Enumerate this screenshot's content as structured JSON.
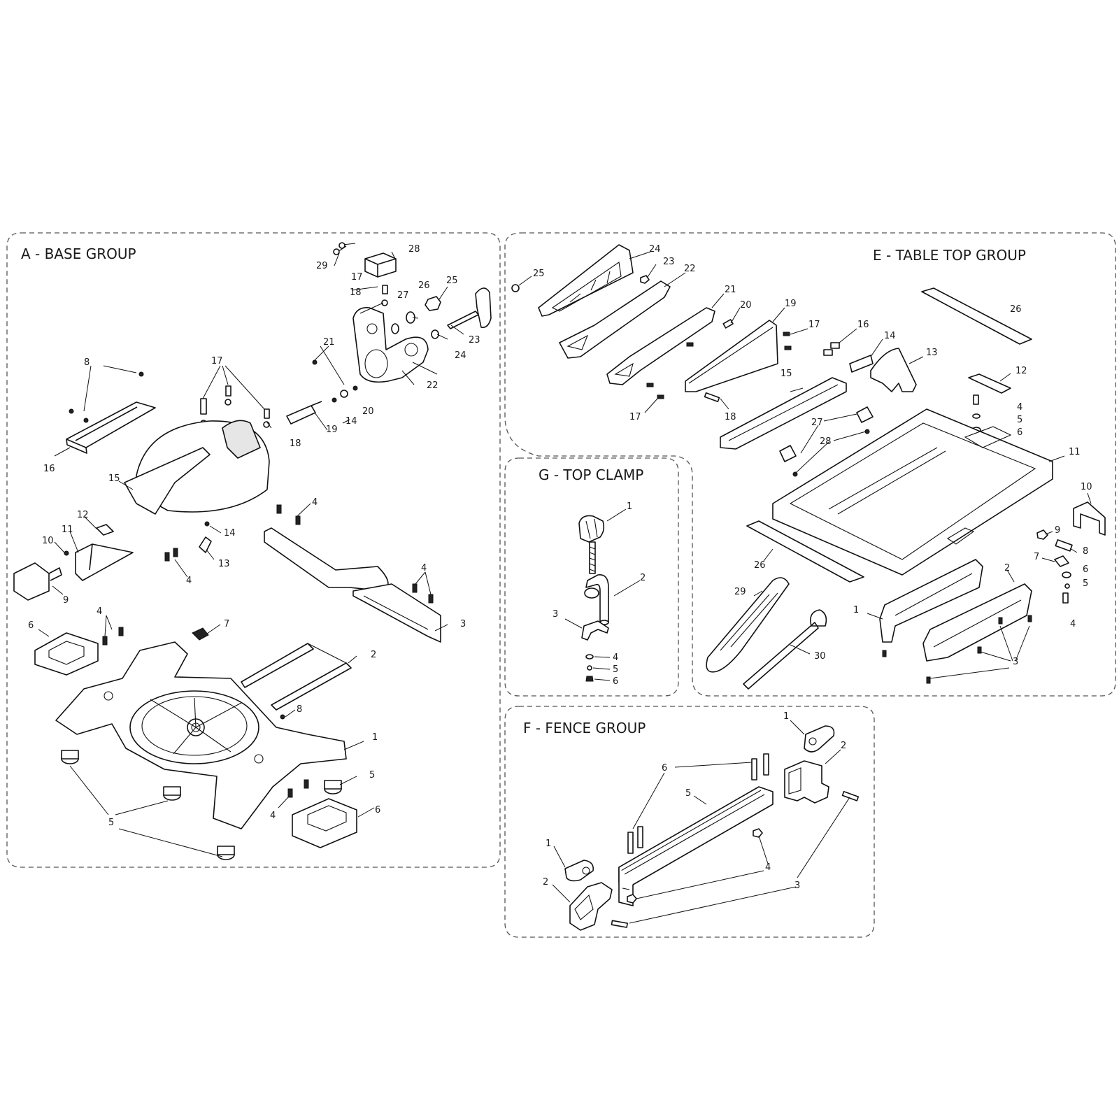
{
  "groups": {
    "base": {
      "title": "A - BASE GROUP",
      "callouts": [
        "29",
        "28",
        "17",
        "18",
        "27",
        "26",
        "25",
        "24",
        "23",
        "22",
        "21",
        "20",
        "14",
        "19",
        "8",
        "17",
        "18",
        "16",
        "15",
        "12",
        "11",
        "10",
        "9",
        "14",
        "13",
        "4",
        "4",
        "4",
        "3",
        "4",
        "7",
        "6",
        "2",
        "8",
        "1",
        "5",
        "5",
        "5",
        "4",
        "6"
      ]
    },
    "table_top": {
      "title": "E - TABLE TOP GROUP",
      "callouts": [
        "25",
        "24",
        "23",
        "22",
        "21",
        "20",
        "19",
        "17",
        "16",
        "14",
        "13",
        "26",
        "12",
        "4",
        "5",
        "6",
        "15",
        "27",
        "28",
        "17",
        "18",
        "11",
        "10",
        "9",
        "8",
        "7",
        "6",
        "5",
        "4",
        "26",
        "29",
        "30",
        "1",
        "2",
        "3",
        "3"
      ]
    },
    "top_clamp": {
      "title": "G - TOP CLAMP",
      "callouts": [
        "1",
        "2",
        "3",
        "4",
        "5",
        "6"
      ]
    },
    "fence": {
      "title": "F - FENCE GROUP",
      "callouts": [
        "1",
        "2",
        "6",
        "5",
        "4",
        "3",
        "1",
        "2",
        "4",
        "3"
      ]
    }
  },
  "colors": {
    "line": "#111111",
    "frame": "#555555",
    "fill_light": "#e6e6e6"
  }
}
